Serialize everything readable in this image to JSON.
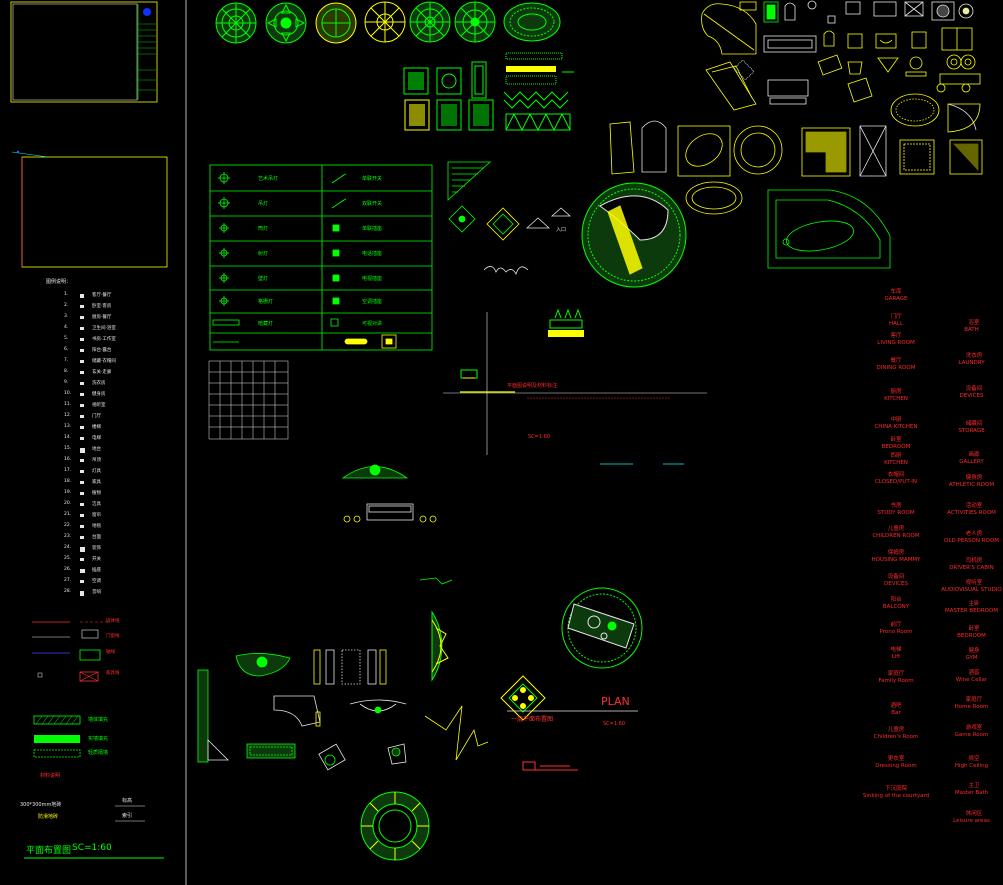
{
  "window": {
    "background": "#000000"
  },
  "colors": {
    "green": "#00ff00",
    "yellow": "#ffff00",
    "red": "#ff2020",
    "white": "#ffffff",
    "cyan": "#00ffff"
  },
  "left_panel": {
    "legend_title": "图例说明：",
    "legend_items": [
      {
        "num": "1.",
        "text": "客厅·餐厅"
      },
      {
        "num": "2.",
        "text": "卧室·客房"
      },
      {
        "num": "3.",
        "text": "厨房·餐厅"
      },
      {
        "num": "4.",
        "text": "卫生间·浴室"
      },
      {
        "num": "5.",
        "text": "书房·工作室"
      },
      {
        "num": "6.",
        "text": "阳台·露台"
      },
      {
        "num": "7.",
        "text": "储藏·衣帽间"
      },
      {
        "num": "8.",
        "text": "玄关·走廊"
      },
      {
        "num": "9.",
        "text": "洗衣房"
      },
      {
        "num": "10.",
        "text": "健身房"
      },
      {
        "num": "11.",
        "text": "视听室"
      },
      {
        "num": "12.",
        "text": "门厅"
      },
      {
        "num": "13.",
        "text": "楼梯"
      },
      {
        "num": "14.",
        "text": "电梯"
      },
      {
        "num": "15.",
        "text": "地台"
      },
      {
        "num": "16.",
        "text": "吊顶"
      },
      {
        "num": "17.",
        "text": "灯具"
      },
      {
        "num": "18.",
        "text": "家具"
      },
      {
        "num": "19.",
        "text": "植物"
      },
      {
        "num": "20.",
        "text": "洁具"
      },
      {
        "num": "21.",
        "text": "窗帘"
      },
      {
        "num": "22.",
        "text": "地毯"
      },
      {
        "num": "23.",
        "text": "台面"
      },
      {
        "num": "24.",
        "text": "装饰"
      },
      {
        "num": "25.",
        "text": "开关"
      },
      {
        "num": "26.",
        "text": "插座"
      },
      {
        "num": "27.",
        "text": "空调"
      },
      {
        "num": "28.",
        "text": "音响"
      }
    ],
    "line_legend": [
      {
        "text": "墙体线"
      },
      {
        "text": "门窗线"
      },
      {
        "text": "轴线"
      },
      {
        "text": "家具线"
      }
    ],
    "hatch_labels": [
      "墙体填充",
      "实墙填充",
      "轻质隔墙"
    ],
    "note_red": "材料说明",
    "note_white": "300*300mm地砖",
    "note_white2": "防滑地砖",
    "small_label1": "标高",
    "small_label2": "索引",
    "footer_title": "平面布置图",
    "footer_scale": "SC=1:60"
  },
  "plan_area": {
    "table_left": [
      "艺术吊灯",
      "吊灯",
      "筒灯",
      "射灯",
      "壁灯",
      "格栅灯",
      "暗藏灯"
    ],
    "table_right": [
      "单联开关",
      "双联开关",
      "单联插座",
      "电话插座",
      "电视插座",
      "空调插座",
      "可视对讲"
    ],
    "entry_label": "入口",
    "center_note": "平面图说明及材料标注",
    "center_sub": "SC=1:60",
    "plan_title": "PLAN",
    "plan_scale": "SC=1:60",
    "plan_subtitle": "一层平面布置图"
  },
  "room_labels": {
    "left_column": [
      {
        "cn": "车库",
        "en": "GARAGE"
      },
      {
        "cn": "门厅",
        "en": "HALL"
      },
      {
        "cn": "客厅",
        "en": "LIVING ROOM"
      },
      {
        "cn": "餐厅",
        "en": "DINING ROOM"
      },
      {
        "cn": "厨房",
        "en": "KITCHEN"
      },
      {
        "cn": "中厨",
        "en": "CHINA KITCHEN"
      },
      {
        "cn": "卧室",
        "en": "BEDROOM"
      },
      {
        "cn": "西厨",
        "en": "KITCHEN"
      },
      {
        "cn": "衣帽间",
        "en": "CLOSED/PUT-IN"
      },
      {
        "cn": "书房",
        "en": "STUDY ROOM"
      },
      {
        "cn": "儿童房",
        "en": "CHILDREN ROOM"
      },
      {
        "cn": "保姆房",
        "en": "HOUSING MAMMY"
      },
      {
        "cn": "设备间",
        "en": "DEVICES"
      },
      {
        "cn": "阳台",
        "en": "BALCONY"
      },
      {
        "cn": "前厅",
        "en": "Prono Room"
      },
      {
        "cn": "电梯",
        "en": "Lift"
      },
      {
        "cn": "家庭厅",
        "en": "Family Room"
      },
      {
        "cn": "酒吧",
        "en": "Bar"
      },
      {
        "cn": "儿童房",
        "en": "Children's Room"
      },
      {
        "cn": "更衣室",
        "en": "Dressing Room"
      },
      {
        "cn": "下沉庭院",
        "en": "Sinking of the courtyard"
      }
    ],
    "right_column": [
      {
        "cn": "浴室",
        "en": "BATH"
      },
      {
        "cn": "洗衣房",
        "en": "LAUNDRY"
      },
      {
        "cn": "设备间",
        "en": "DEVICES"
      },
      {
        "cn": "储藏间",
        "en": "STORAGE"
      },
      {
        "cn": "画廊",
        "en": "GALLERY"
      },
      {
        "cn": "健身房",
        "en": "ATHLETIC ROOM"
      },
      {
        "cn": "活动室",
        "en": "ACTIVITIES ROOM"
      },
      {
        "cn": "老人房",
        "en": "OLD PERSON ROOM"
      },
      {
        "cn": "司机房",
        "en": "DRIVER'S CABIN"
      },
      {
        "cn": "视听室",
        "en": "AUDIOVISUAL STUDIO"
      },
      {
        "cn": "主卧",
        "en": "MASTER BEDROOM"
      },
      {
        "cn": "卧室",
        "en": "BEDROOM"
      },
      {
        "cn": "健身",
        "en": "GYM"
      },
      {
        "cn": "酒窖",
        "en": "Wine Cellar"
      },
      {
        "cn": "家庭厅",
        "en": "Home Room"
      },
      {
        "cn": "游戏室",
        "en": "Game Room"
      },
      {
        "cn": "挑空",
        "en": "High Ceiling"
      },
      {
        "cn": "主卫",
        "en": "Master Bath"
      },
      {
        "cn": "休闲区",
        "en": "Leisure areas"
      }
    ]
  }
}
